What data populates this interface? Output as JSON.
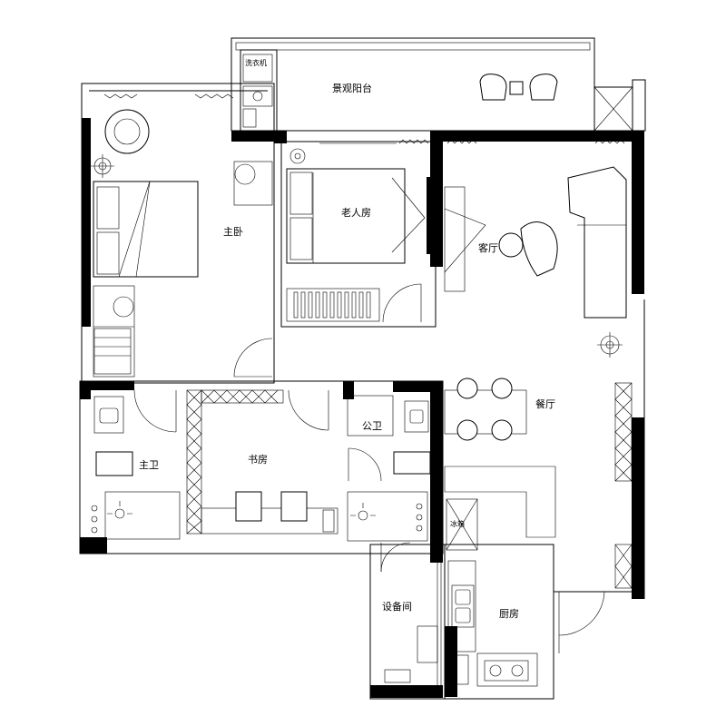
{
  "rooms": {
    "balcony": "景观阳台",
    "master_bedroom": "主卧",
    "elder_room": "老人房",
    "living": "客厅",
    "dining": "餐厅",
    "master_bath": "主卫",
    "study": "书房",
    "public_bath": "公卫",
    "equipment": "设备间",
    "kitchen": "厨房"
  },
  "small": {
    "laundry": "洗衣机",
    "fridge": "冰箱"
  }
}
